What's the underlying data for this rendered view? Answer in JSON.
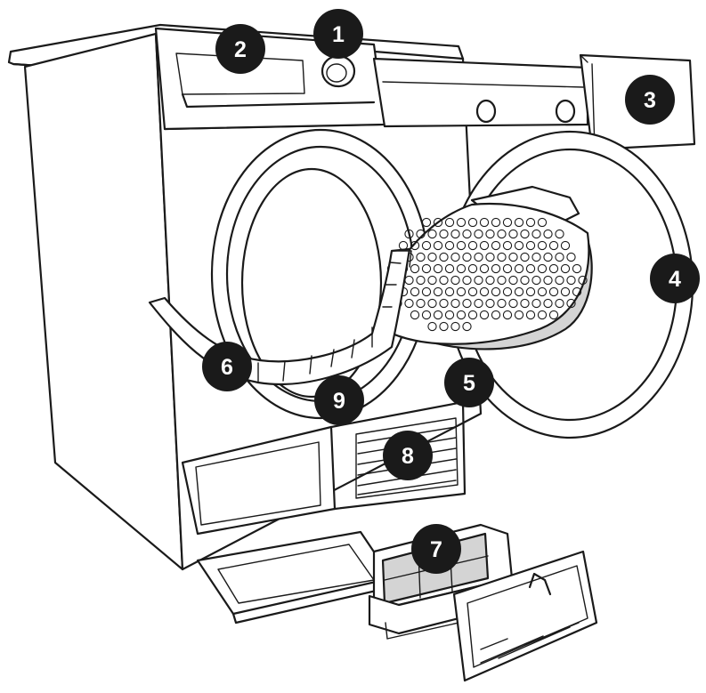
{
  "diagram": {
    "markers": [
      {
        "id": "1",
        "label": "1"
      },
      {
        "id": "2",
        "label": "2"
      },
      {
        "id": "3",
        "label": "3"
      },
      {
        "id": "4",
        "label": "4"
      },
      {
        "id": "5",
        "label": "5"
      },
      {
        "id": "6",
        "label": "6"
      },
      {
        "id": "7",
        "label": "7"
      },
      {
        "id": "8",
        "label": "8"
      },
      {
        "id": "9",
        "label": "9"
      }
    ],
    "colors": {
      "line": "#1a1a1a",
      "marker": "#1a1a1a",
      "marker_text": "#ffffff",
      "shade": "#d4d4d4"
    }
  }
}
